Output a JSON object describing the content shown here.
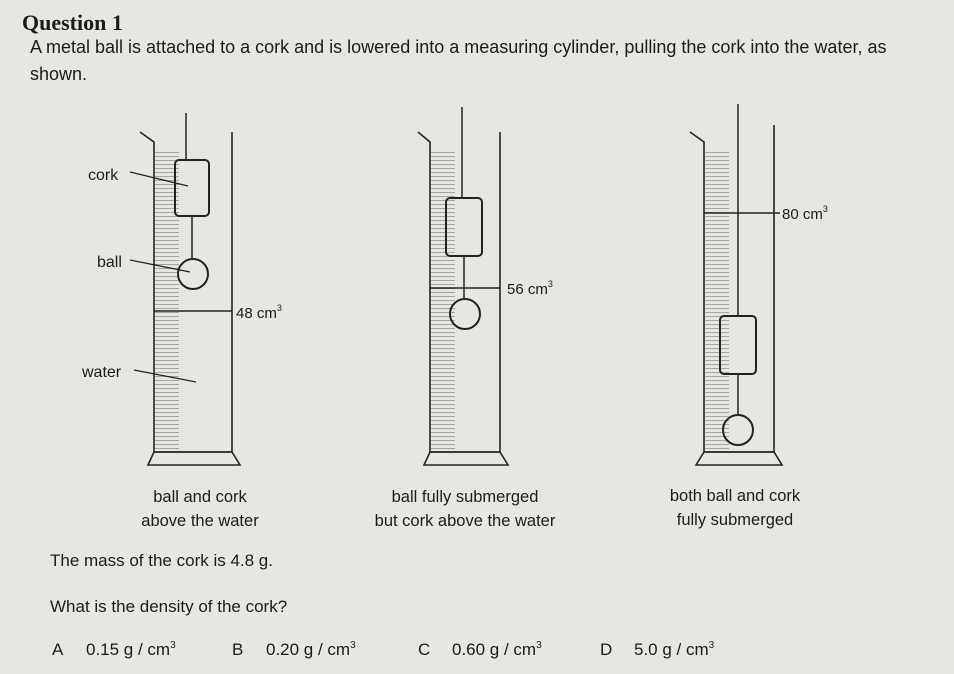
{
  "header": {
    "title": "Question 1"
  },
  "stem": "A metal ball is attached to a cork and is lowered into a measuring cylinder, pulling the cork into the water, as shown.",
  "diagram": {
    "labels": {
      "cork": "cork",
      "ball": "ball",
      "water": "water"
    },
    "volume1": "48 cm",
    "volume2": "56 cm",
    "volume3": "80 cm",
    "unit_exponent": "3",
    "captions": [
      {
        "line1": "ball and cork",
        "line2": "above the water"
      },
      {
        "line1": "ball fully submerged",
        "line2": "but cork above the water"
      },
      {
        "line1": "both ball and cork",
        "line2": "fully submerged"
      }
    ]
  },
  "mass_text": "The mass of the cork is 4.8 g.",
  "question_text": "What is the density of the cork?",
  "options": [
    {
      "letter": "A",
      "value": "0.15 g / cm",
      "exp": "3"
    },
    {
      "letter": "B",
      "value": "0.20 g / cm",
      "exp": "3"
    },
    {
      "letter": "C",
      "value": "0.60 g / cm",
      "exp": "3"
    },
    {
      "letter": "D",
      "value": "5.0 g / cm",
      "exp": "3"
    }
  ]
}
